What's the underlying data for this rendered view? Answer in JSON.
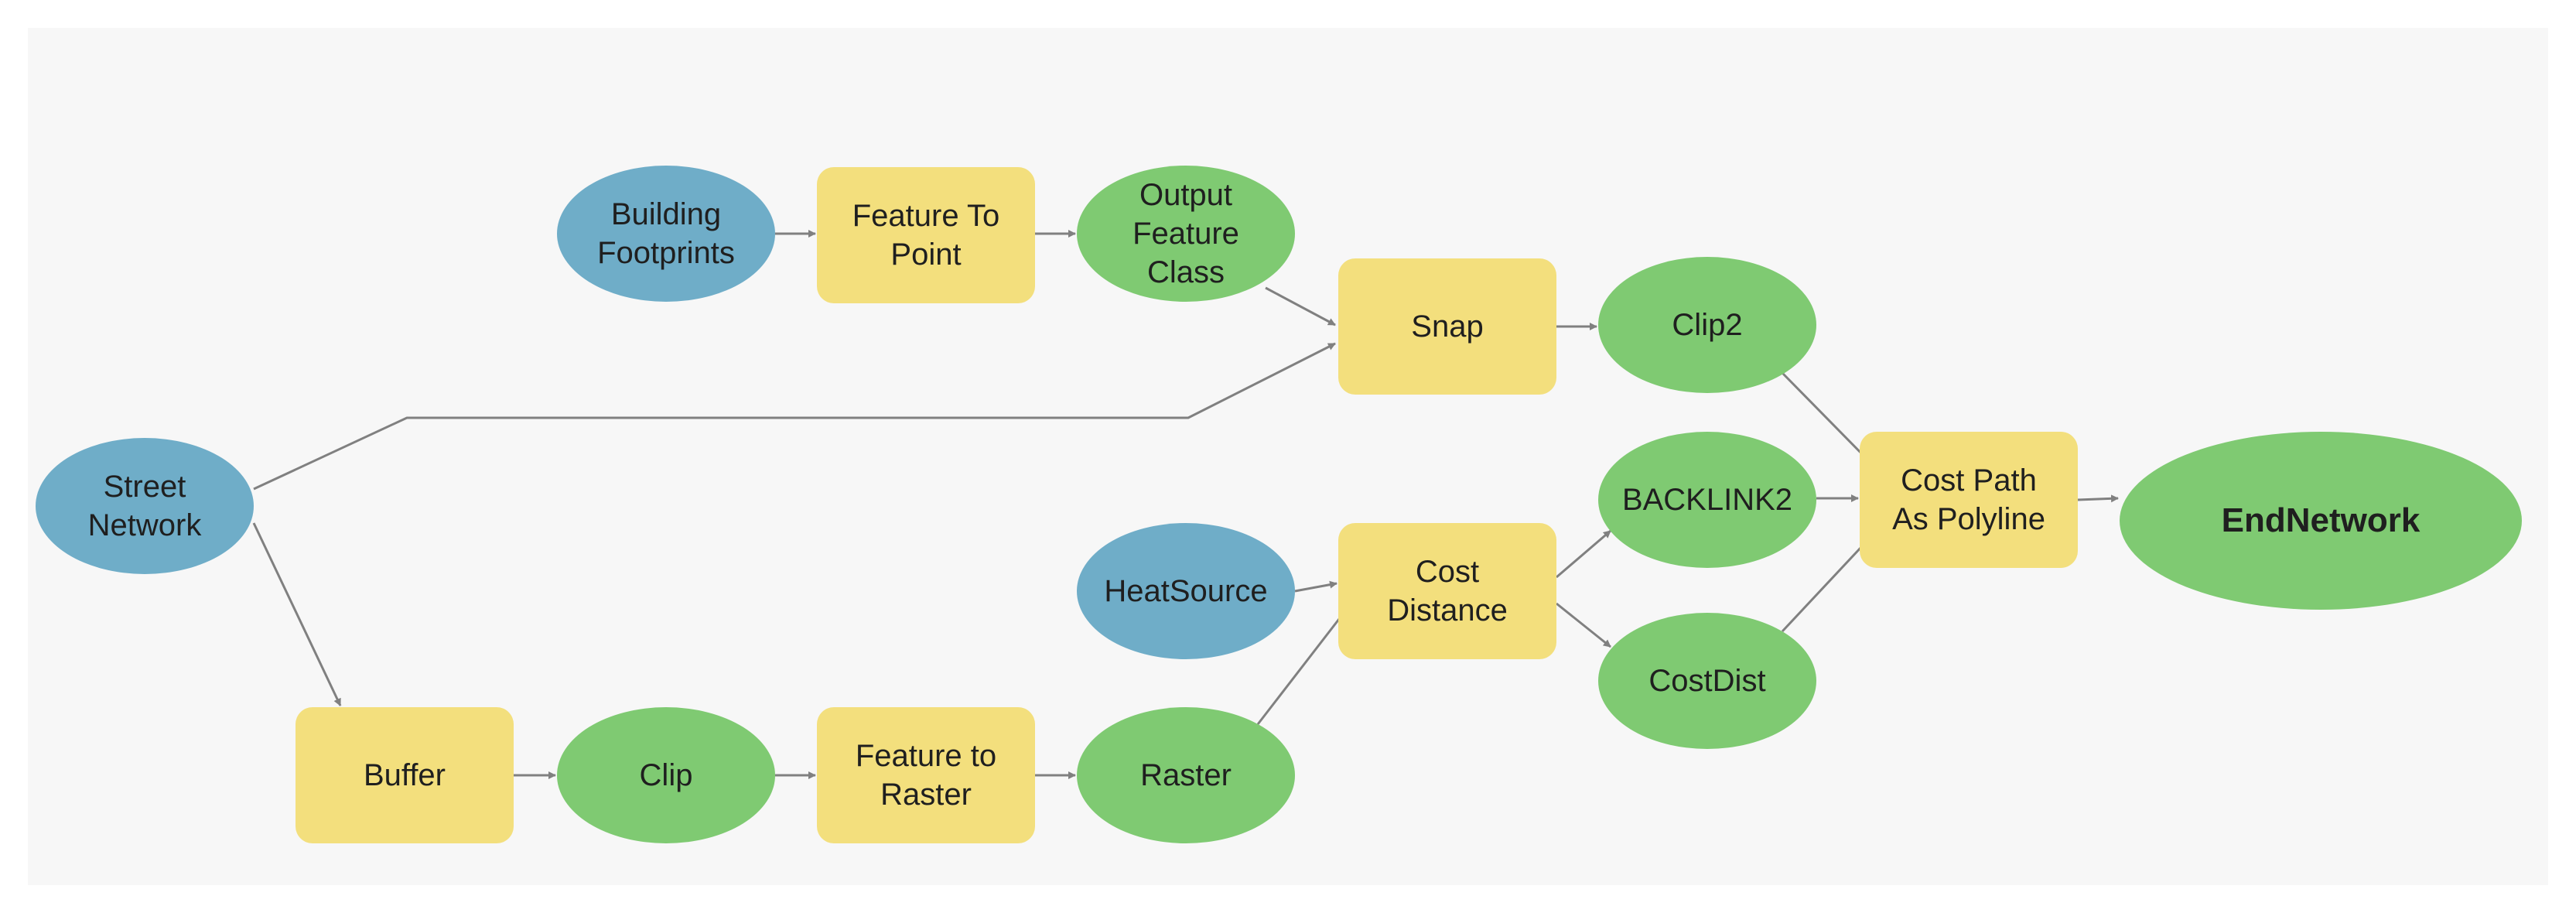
{
  "diagram": {
    "nodes": {
      "building_footprints": {
        "label": "Building\nFootprints",
        "kind": "input-data",
        "color": "#6fadc8"
      },
      "feature_to_point": {
        "label": "Feature To\nPoint",
        "kind": "tool",
        "color": "#f3df7d"
      },
      "output_feature_class": {
        "label": "Output\nFeature\nClass",
        "kind": "derived-data",
        "color": "#7fca72"
      },
      "snap": {
        "label": "Snap",
        "kind": "tool",
        "color": "#f3df7d"
      },
      "clip2": {
        "label": "Clip2",
        "kind": "derived-data",
        "color": "#7fca72"
      },
      "street_network": {
        "label": "Street\nNetwork",
        "kind": "input-data",
        "color": "#6fadc8"
      },
      "heatsource": {
        "label": "HeatSource",
        "kind": "input-data",
        "color": "#6fadc8"
      },
      "cost_distance": {
        "label": "Cost\nDistance",
        "kind": "tool",
        "color": "#f3df7d"
      },
      "backlink2": {
        "label": "BACKLINK2",
        "kind": "derived-data",
        "color": "#7fca72"
      },
      "costdist": {
        "label": "CostDist",
        "kind": "derived-data",
        "color": "#7fca72"
      },
      "cost_path": {
        "label": "Cost Path\nAs Polyline",
        "kind": "tool",
        "color": "#f3df7d"
      },
      "endnetwork": {
        "label": "EndNetwork",
        "kind": "derived-data",
        "color": "#7fca72"
      },
      "buffer": {
        "label": "Buffer",
        "kind": "tool",
        "color": "#f3df7d"
      },
      "clip": {
        "label": "Clip",
        "kind": "derived-data",
        "color": "#7fca72"
      },
      "feature_to_raster": {
        "label": "Feature to\nRaster",
        "kind": "tool",
        "color": "#f3df7d"
      },
      "raster": {
        "label": "Raster",
        "kind": "derived-data",
        "color": "#7fca72"
      }
    },
    "edges": [
      [
        "building_footprints",
        "feature_to_point"
      ],
      [
        "feature_to_point",
        "output_feature_class"
      ],
      [
        "output_feature_class",
        "snap"
      ],
      [
        "street_network",
        "snap"
      ],
      [
        "snap",
        "clip2"
      ],
      [
        "clip2",
        "cost_path"
      ],
      [
        "street_network",
        "buffer"
      ],
      [
        "buffer",
        "clip"
      ],
      [
        "clip",
        "feature_to_raster"
      ],
      [
        "feature_to_raster",
        "raster"
      ],
      [
        "raster",
        "cost_distance"
      ],
      [
        "heatsource",
        "cost_distance"
      ],
      [
        "cost_distance",
        "backlink2"
      ],
      [
        "cost_distance",
        "costdist"
      ],
      [
        "backlink2",
        "cost_path"
      ],
      [
        "costdist",
        "cost_path"
      ],
      [
        "cost_path",
        "endnetwork"
      ]
    ],
    "edge_color": "#808080"
  }
}
